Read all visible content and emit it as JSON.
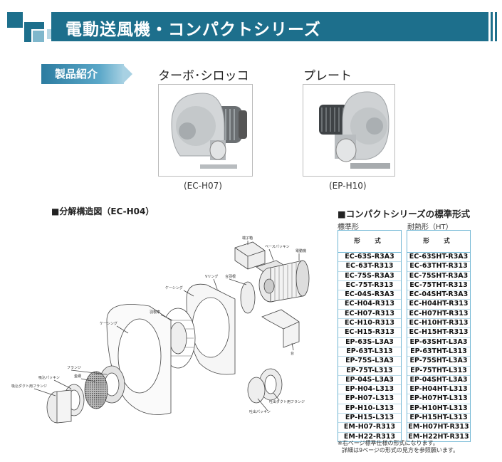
{
  "header": {
    "title": "電動送風機・コンパクトシリーズ"
  },
  "badge": {
    "label": "製品紹介"
  },
  "products": [
    {
      "caption": "ターボ･シロッコ",
      "model": "(EC-H07)"
    },
    {
      "caption": "プレート",
      "model": "(EP-H10)"
    }
  ],
  "diagram": {
    "title": "■分解構造図（EC-H04）",
    "labels": {
      "terminal_box": "端子箱",
      "base_packing": "ベースパッキン",
      "motor": "電動機",
      "v_ring": "Vリング",
      "vane_wheel": "合羽根",
      "casing_top": "ケーシング",
      "impeller": "羽根車",
      "casing": "ケーシング",
      "flange": "フランジ",
      "wire_mesh": "金網",
      "suction_packing": "吸込パッキン",
      "suction_duct_flange": "吸込ダクト用フランジ",
      "stand": "台",
      "discharge_duct_flange": "吐出ダクト用フランジ",
      "discharge_packing": "吐出パッキン"
    }
  },
  "std": {
    "title": "■コンパクトシリーズの標準形式",
    "col1_label": "標準形",
    "col2_label": "耐熱形（HT）",
    "header": "形　式",
    "standard": [
      "EC-63S-R3A3",
      "EC-63T-R313",
      "EC-75S-R3A3",
      "EC-75T-R313",
      "EC-04S-R3A3",
      "EC-H04-R313",
      "EC-H07-R313",
      "EC-H10-R313",
      "EC-H15-R313",
      "EP-63S-L3A3",
      "EP-63T-L313",
      "EP-75S-L3A3",
      "EP-75T-L313",
      "EP-04S-L3A3",
      "EP-H04-L313",
      "EP-H07-L313",
      "EP-H10-L313",
      "EP-H15-L313",
      "EM-H07-R313",
      "EM-H22-R313"
    ],
    "heat": [
      "EC-63SHT-R3A3",
      "EC-63THT-R313",
      "EC-75SHT-R3A3",
      "EC-75THT-R313",
      "EC-04SHT-R3A3",
      "EC-H04HT-R313",
      "EC-H07HT-R313",
      "EC-H10HT-R313",
      "EC-H15HT-R313",
      "EP-63SHT-L3A3",
      "EP-63THT-L313",
      "EP-75SHT-L3A3",
      "EP-75THT-L313",
      "EP-04SHT-L3A3",
      "EP-H04HT-L313",
      "EP-H07HT-L313",
      "EP-H10HT-L313",
      "EP-H15HT-L313",
      "EM-H07HT-R313",
      "EM-H22HT-R313"
    ],
    "note1": "※右ページ標準仕様の形式になります。",
    "note2": "詳細は9ページの形式の見方を参照願います。"
  },
  "colors": {
    "brand": "#1d6f8c",
    "table_border": "#6fb6d4"
  }
}
